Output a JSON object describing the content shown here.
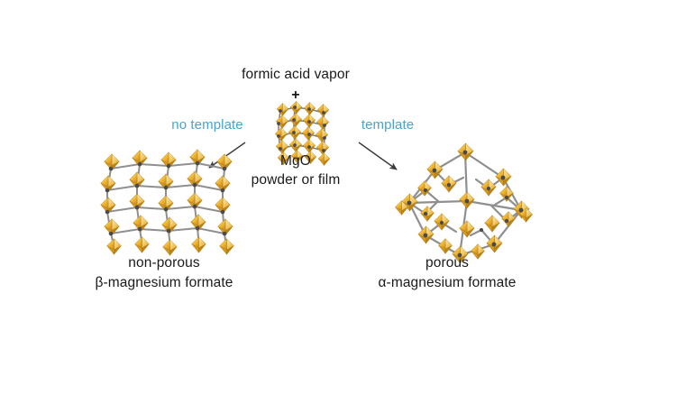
{
  "figure": {
    "background_color": "#ffffff",
    "type": "reaction-scheme",
    "reagent_label": "formic acid vapor",
    "plus": "+",
    "precursor_name": "MgO",
    "precursor_form": "powder or film",
    "branches": [
      {
        "condition_label": "no template",
        "condition_color": "#4ba3cc",
        "arrow_direction": "down-left",
        "product_line1": "non-porous",
        "product_line2": "β-magnesium formate",
        "structure_name": "beta-magnesium-formate-structure",
        "porosity": "non-porous"
      },
      {
        "condition_label": "template",
        "condition_color": "#4ba3cc",
        "arrow_direction": "down-right",
        "product_line1": "porous",
        "product_line2": "α-magnesium formate",
        "structure_name": "alpha-magnesium-formate-structure",
        "porosity": "porous"
      }
    ],
    "palette": {
      "polyhedron_light": "#fbd96b",
      "polyhedron_mid": "#f0b32a",
      "polyhedron_dark": "#d9941a",
      "polyhedron_shadow": "#b87a12",
      "bond": "#8f8f8f",
      "bond_dark": "#6e6e6e",
      "atom_node": "#4a4a4a",
      "text": "#1a1a1a",
      "arrow": "#3a3a3a"
    }
  }
}
